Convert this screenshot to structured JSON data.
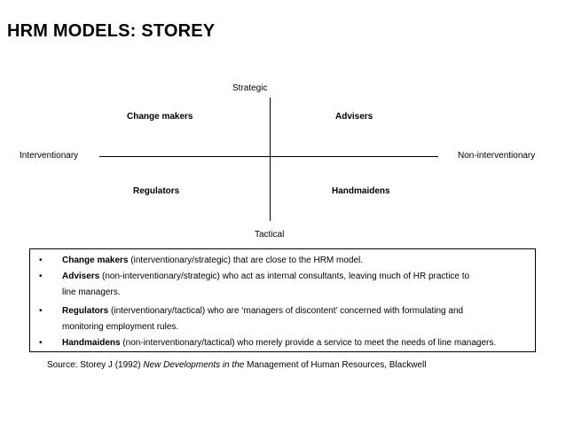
{
  "title": "HRM MODELS: STOREY",
  "axes": {
    "top": "Strategic",
    "bottom": "Tactical",
    "left": "Interventionary",
    "right": "Non-interventionary"
  },
  "quadrants": {
    "top_left": "Change makers",
    "top_right": "Advisers",
    "bottom_left": "Regulators",
    "bottom_right": "Handmaidens"
  },
  "bullets": [
    {
      "symbol": "•",
      "term": "Change makers",
      "text": " (interventionary/strategic) that are close to the HRM model.",
      "text2": ""
    },
    {
      "symbol": "•",
      "term": "Advisers",
      "text": " (non-interventionary/strategic) who act as internal consultants, leaving much of HR practice to",
      "text2": "line managers."
    },
    {
      "symbol": "•",
      "term": "Regulators",
      "text": " (interventionary/tactical) who are ‘managers of discontent’ concerned with formulating and",
      "text2": "monitoring employment rules."
    },
    {
      "symbol": "•",
      "term": "Handmaidens",
      "text": " (non-interventionary/tactical) who merely provide a service to meet the needs of line managers.",
      "text2": ""
    }
  ],
  "source": {
    "prefix": "Source: Storey J (1992) ",
    "book": "New Developments in the",
    "middle": " Management of Human Resources",
    "suffix": ", Blackwell"
  }
}
